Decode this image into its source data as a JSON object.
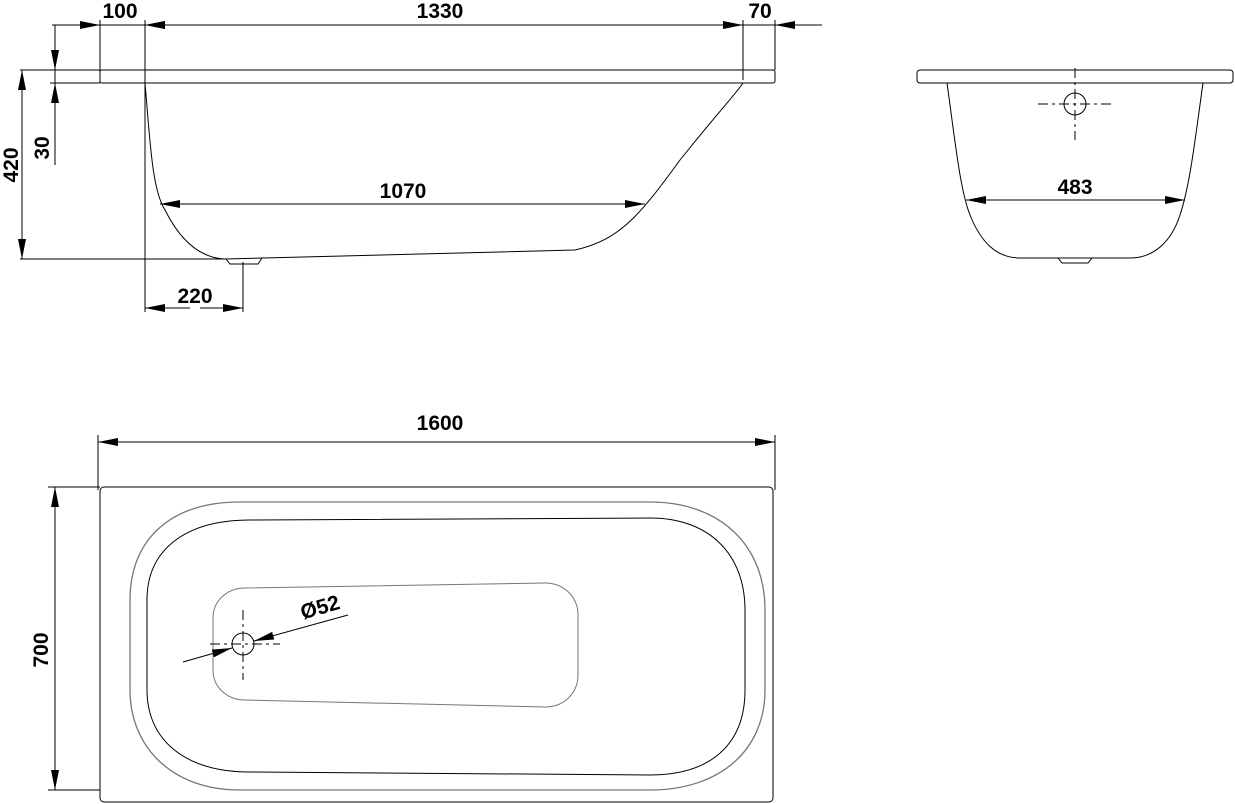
{
  "drawing": {
    "side_view": {
      "overall_top_length_parts": [
        "100",
        "1330",
        "70"
      ],
      "rim_thickness": "30",
      "height": "420",
      "bottom_length": "1070",
      "foot_offset": "220"
    },
    "end_view": {
      "bottom_width": "483"
    },
    "plan_view": {
      "length": "1600",
      "width": "700",
      "drain_diameter": "Ø52"
    }
  }
}
